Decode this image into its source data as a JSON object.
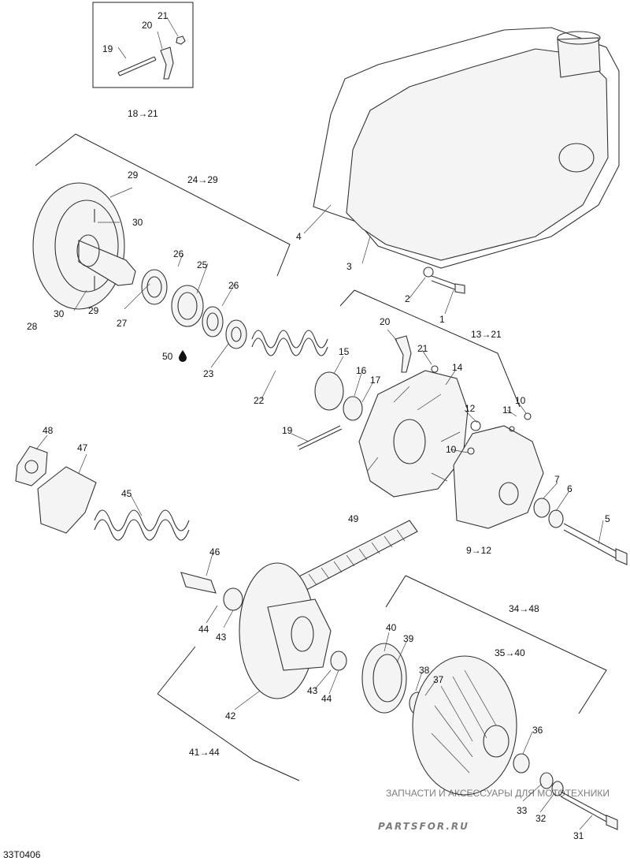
{
  "diagram": {
    "code": "33T0406",
    "groups": [
      "18→21",
      "24→29",
      "13→21",
      "9→12",
      "34→48",
      "35→40",
      "41→44"
    ],
    "callouts": [
      "1",
      "2",
      "3",
      "4",
      "5",
      "6",
      "7",
      "10",
      "10",
      "11",
      "12",
      "14",
      "15",
      "16",
      "17",
      "19",
      "19",
      "20",
      "20",
      "21",
      "21",
      "22",
      "23",
      "25",
      "26",
      "26",
      "27",
      "28",
      "29",
      "29",
      "30",
      "30",
      "31",
      "32",
      "33",
      "36",
      "37",
      "38",
      "39",
      "40",
      "42",
      "43",
      "43",
      "44",
      "44",
      "45",
      "46",
      "47",
      "48",
      "49",
      "50"
    ],
    "watermark": {
      "tagline": "ЗАПЧАСТИ И АКСЕССУАРЫ ДЛЯ МОТОТЕХНИКИ",
      "brand": "PARTSFOR.RU"
    },
    "line_color": "#222222",
    "watermark_color": "#e8a0a0"
  }
}
